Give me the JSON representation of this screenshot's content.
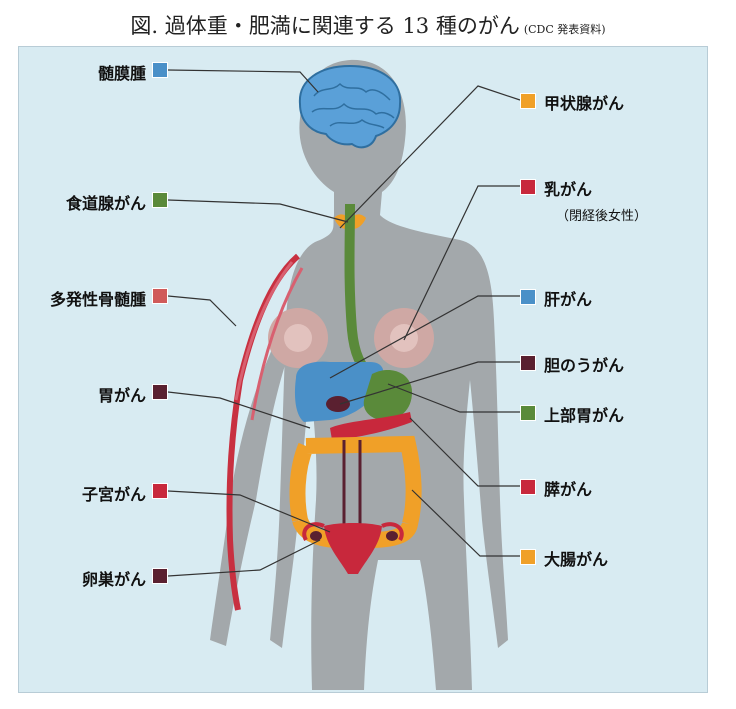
{
  "title": "図. 過体重・肥満に関連する 13 種のがん",
  "source": "(CDC 発表資料)",
  "cancers": [
    {
      "label": "髄膜腫",
      "color": "#4a90c8"
    },
    {
      "label": "食道腺がん",
      "color": "#5a8a3a"
    },
    {
      "label": "多発性骨髄腫",
      "color": "#d05a5a"
    },
    {
      "label": "胃がん",
      "color": "#5a2030"
    },
    {
      "label": "子宮がん",
      "color": "#c8283c"
    },
    {
      "label": "卵巣がん",
      "color": "#5a2030"
    },
    {
      "label": "甲状腺がん",
      "color": "#f0a028"
    },
    {
      "label": "乳がん",
      "sublabel": "（閉経後女性）",
      "color": "#c8283c"
    },
    {
      "label": "肝がん",
      "color": "#4a90c8"
    },
    {
      "label": "胆のうがん",
      "color": "#5a2030"
    },
    {
      "label": "上部胃がん",
      "color": "#5a8a3a"
    },
    {
      "label": "膵がん",
      "color": "#c8283c"
    },
    {
      "label": "大腸がん",
      "color": "#f0a028"
    }
  ]
}
